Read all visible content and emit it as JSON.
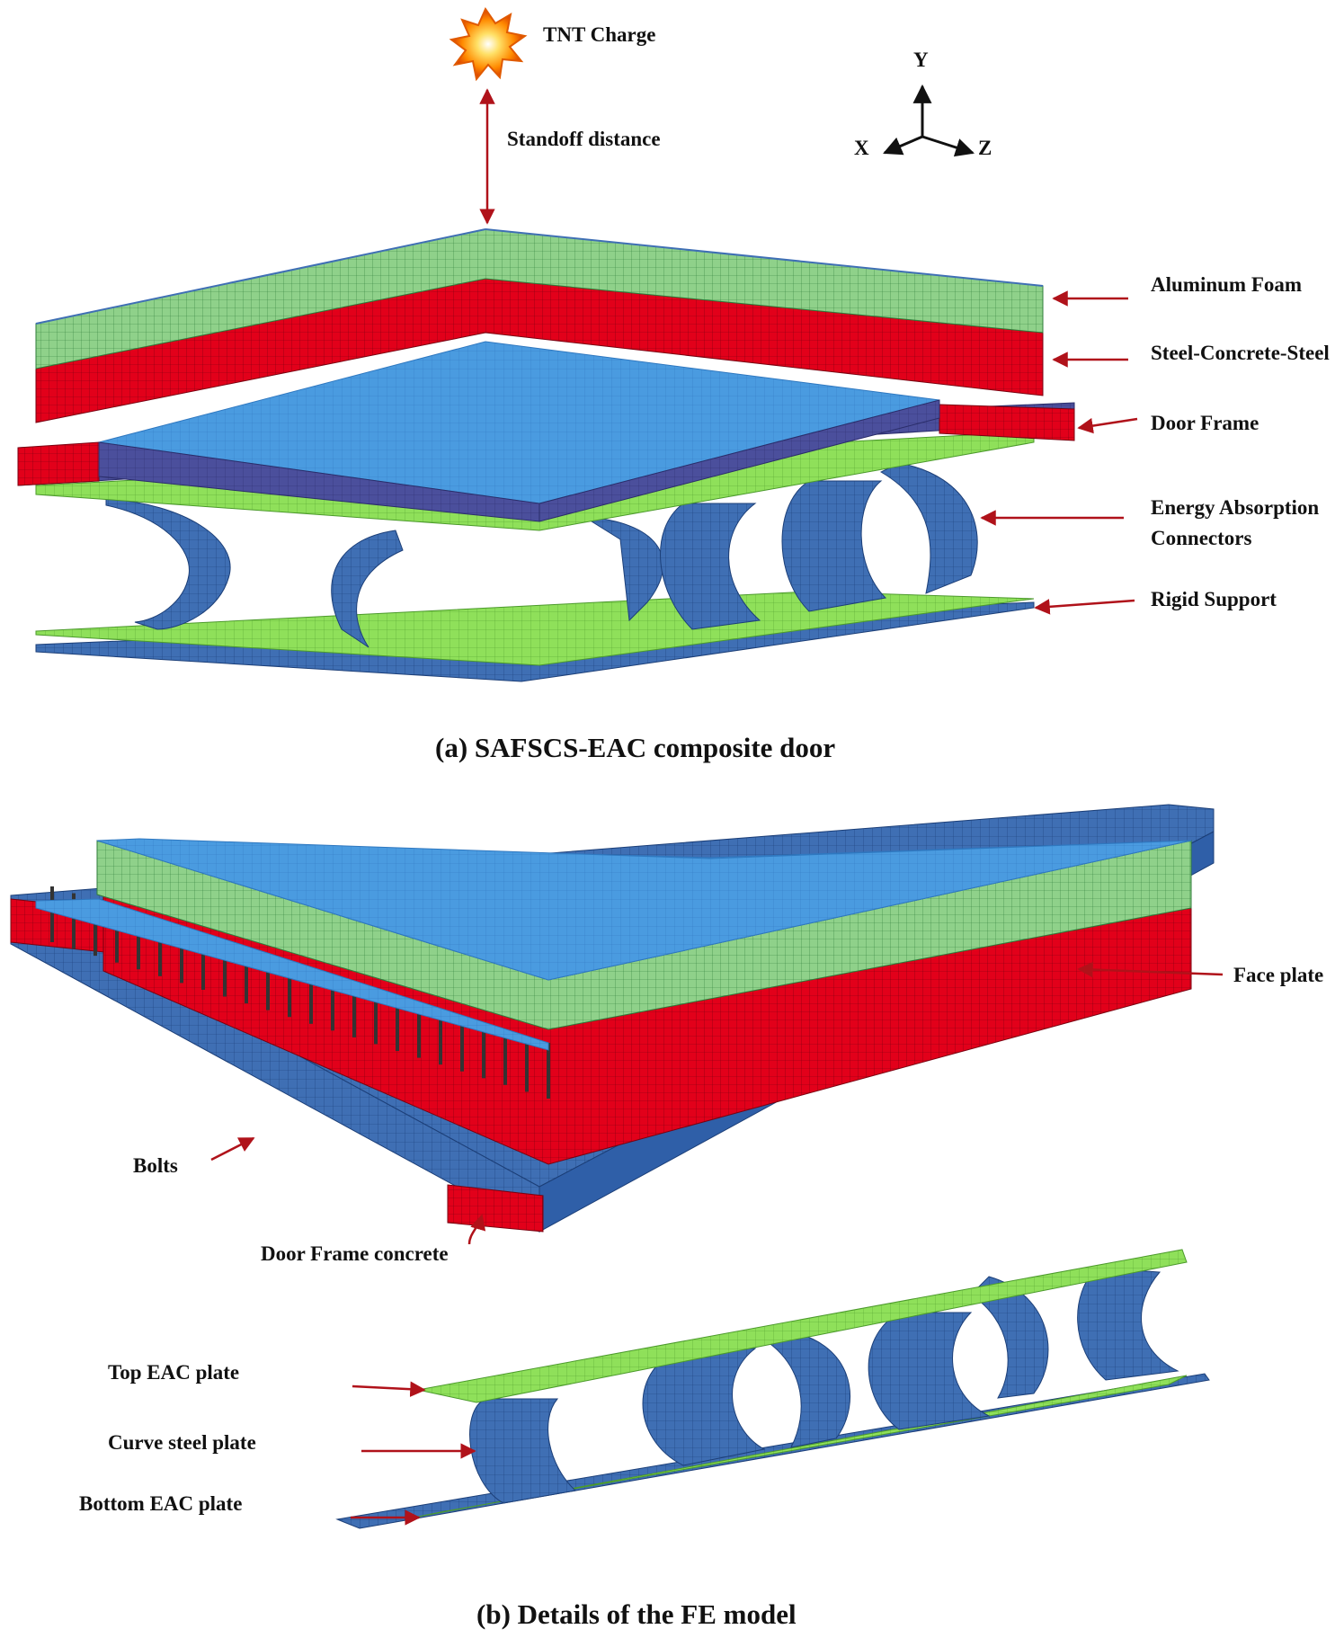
{
  "colors": {
    "foam": "#8fd18a",
    "scs": "#e2001a",
    "steel_blue": "#3f6fb4",
    "face_blue": "#4a9be0",
    "frame_purple": "#4b4f9c",
    "eac_green": "#8fe05a",
    "arrow_red": "#b0121a",
    "axis_black": "#111111"
  },
  "panel_a": {
    "tnt_label": "TNT Charge",
    "standoff_label": "Standoff distance",
    "axes": {
      "y": "Y",
      "x": "X",
      "z": "Z"
    },
    "labels": {
      "aluminum_foam": "Aluminum Foam",
      "scs": "Steel-Concrete-Steel",
      "door_frame": "Door Frame",
      "eac_line1": "Energy Absorption",
      "eac_line2": "Connectors",
      "rigid_support": "Rigid Support"
    },
    "caption": "(a) SAFSCS-EAC composite door"
  },
  "panel_b": {
    "labels": {
      "face_plate": "Face plate",
      "bolts": "Bolts",
      "door_frame_concrete": "Door Frame concrete",
      "top_eac_plate": "Top EAC plate",
      "curve_steel_plate": "Curve steel plate",
      "bottom_eac_plate": "Bottom EAC plate"
    },
    "caption": "(b) Details of the FE model"
  }
}
